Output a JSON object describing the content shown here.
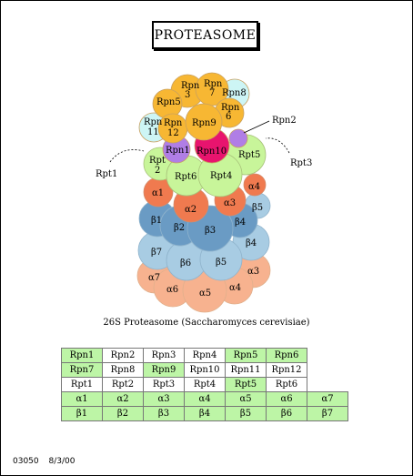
{
  "title": "PROTEASOME",
  "caption": "26S Proteasome (Saccharomyces cerevisiae)",
  "footer": {
    "code": "03050",
    "date": "8/3/00"
  },
  "colors": {
    "rpn_orange": "#f7b733",
    "rpn_cyan": "#cdf5f5",
    "rpn10_magenta": "#e8146e",
    "rpn_purple": "#b07ee6",
    "rpt_green": "#c8f59a",
    "alpha_orange": "#f07a4f",
    "alpha_peach": "#f7b28f",
    "beta_dark": "#6a9bc4",
    "beta_light": "#a8cce3",
    "legend_green": "#bdf5a6"
  },
  "subunit_labels": {
    "rpn3": "Rpn 3",
    "rpn7": "Rpn 7",
    "rpn8": "Rpn8",
    "rpn5": "Rpn5",
    "rpn6": "Rpn 6",
    "rpn11": "Rpn 11",
    "rpn12": "Rpn 12",
    "rpn9": "Rpn9",
    "rpn1": "Rpn1",
    "rpn10": "Rpn10",
    "rpn2_callout": "Rpn2",
    "rpt1_callout": "Rpt1",
    "rpt3_callout": "Rpt3",
    "rpt2": "Rpt 2",
    "rpt6": "Rpt6",
    "rpt4": "Rpt4",
    "rpt5": "Rpt5",
    "a1": "α1",
    "a2": "α2",
    "a3": "α3",
    "a4": "α4",
    "b1": "β1",
    "b2": "β2",
    "b3": "β3",
    "b4": "β4",
    "b5": "β5",
    "b6": "β6",
    "b7": "β7",
    "b5_side": "β5",
    "b4_side": "β4",
    "a7": "α7",
    "a6": "α6",
    "a5": "α5",
    "a4_low": "α4",
    "a3_low": "α3"
  },
  "legend": {
    "rows": [
      [
        {
          "label": "Rpn1",
          "color": "green"
        },
        {
          "label": "Rpn2",
          "color": "white"
        },
        {
          "label": "Rpn3",
          "color": "white"
        },
        {
          "label": "Rpn4",
          "color": "white"
        },
        {
          "label": "Rpn5",
          "color": "green"
        },
        {
          "label": "Rpn6",
          "color": "green"
        }
      ],
      [
        {
          "label": "Rpn7",
          "color": "green"
        },
        {
          "label": "Rpn8",
          "color": "white"
        },
        {
          "label": "Rpn9",
          "color": "green"
        },
        {
          "label": "Rpn10",
          "color": "white"
        },
        {
          "label": "Rpn11",
          "color": "white"
        },
        {
          "label": "Rpn12",
          "color": "white"
        }
      ],
      [
        {
          "label": "Rpt1",
          "color": "white"
        },
        {
          "label": "Rpt2",
          "color": "white"
        },
        {
          "label": "Rpt3",
          "color": "white"
        },
        {
          "label": "Rpt4",
          "color": "white"
        },
        {
          "label": "Rpt5",
          "color": "green"
        },
        {
          "label": "Rpt6",
          "color": "white"
        }
      ],
      [
        {
          "label": "α1",
          "color": "green"
        },
        {
          "label": "α2",
          "color": "green"
        },
        {
          "label": "α3",
          "color": "green"
        },
        {
          "label": "α4",
          "color": "green"
        },
        {
          "label": "α5",
          "color": "green"
        },
        {
          "label": "α6",
          "color": "green"
        },
        {
          "label": "α7",
          "color": "green"
        }
      ],
      [
        {
          "label": "β1",
          "color": "green"
        },
        {
          "label": "β2",
          "color": "green"
        },
        {
          "label": "β3",
          "color": "green"
        },
        {
          "label": "β4",
          "color": "green"
        },
        {
          "label": "β5",
          "color": "green"
        },
        {
          "label": "β6",
          "color": "green"
        },
        {
          "label": "β7",
          "color": "green"
        }
      ]
    ]
  }
}
